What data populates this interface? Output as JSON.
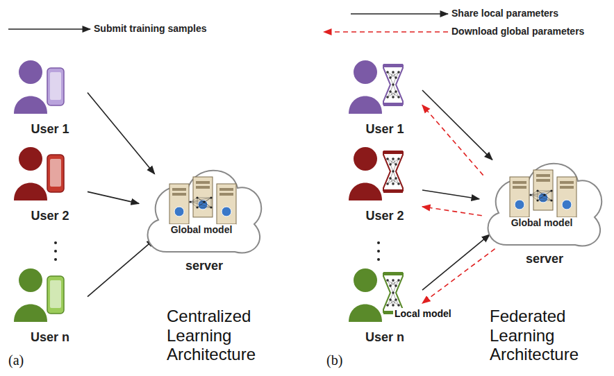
{
  "diagram": {
    "nodes": [
      {
        "text": [
          "User 1"
        ]
      },
      {
        "text": [
          "User 2"
        ]
      },
      {
        "text": [
          "User n"
        ]
      },
      {
        "text": [
          "Global model",
          "server"
        ]
      },
      {
        "text": [
          "User 1"
        ]
      },
      {
        "text": [
          "User 2"
        ]
      },
      {
        "text": [
          "User n"
        ]
      },
      {
        "text": [
          "Global model",
          "server"
        ]
      }
    ],
    "edges": [
      {
        "from": 0,
        "to": 3,
        "arrow": "to"
      },
      {
        "from": 1,
        "to": 3,
        "arrow": "to"
      },
      {
        "from": 2,
        "to": 3,
        "arrow": "to"
      },
      {
        "from": 4,
        "to": 7,
        "arrow": "to"
      },
      {
        "from": 5,
        "to": 7,
        "arrow": "to"
      },
      {
        "from": 6,
        "to": 7,
        "arrow": "to"
      },
      {
        "from": 7,
        "to": 4,
        "arrow": "to"
      },
      {
        "from": 7,
        "to": 5,
        "arrow": "to"
      },
      {
        "from": 7,
        "to": 6,
        "arrow": "to"
      }
    ],
    "labels": [
      "Local model",
      "(a)",
      "Centralized Learning Architecture",
      "(b)",
      "Federated Learning Architecture"
    ],
    "legend": [
      {
        "text": "Submit training samples"
      },
      {
        "text": "Share local parameters"
      },
      {
        "text": "Download global parameters"
      }
    ]
  }
}
